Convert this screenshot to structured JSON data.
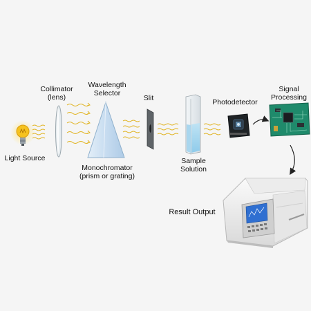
{
  "labels": {
    "collimator": {
      "line1": "Collimator",
      "line2": "(lens)"
    },
    "wavelength_selector": {
      "line1": "Wavelength",
      "line2": "Selector"
    },
    "slit": "Slit",
    "photodetector": "Photodetector",
    "signal_processing": {
      "line1": "Signal",
      "line2": "Processing"
    },
    "light_source": "Light Source",
    "monochromator": {
      "line1": "Monochromator",
      "line2": "(prism or grating)"
    },
    "sample_solution": {
      "line1": "Sample",
      "line2": "Solution"
    },
    "result_output": "Result Output"
  },
  "colors": {
    "background": "#f5f5f5",
    "light_ray": "#e0b21c",
    "bulb": "#f6c21d",
    "prism": "#c9dff2",
    "pcb": "#1f8a6b",
    "screen": "#2f6fd1",
    "arrow": "#222222"
  },
  "icons": [
    "light-bulb-icon",
    "lens-icon",
    "prism-icon",
    "slit-plate-icon",
    "cuvette-icon",
    "photodetector-icon",
    "circuit-board-icon",
    "spectrophotometer-icon"
  ]
}
